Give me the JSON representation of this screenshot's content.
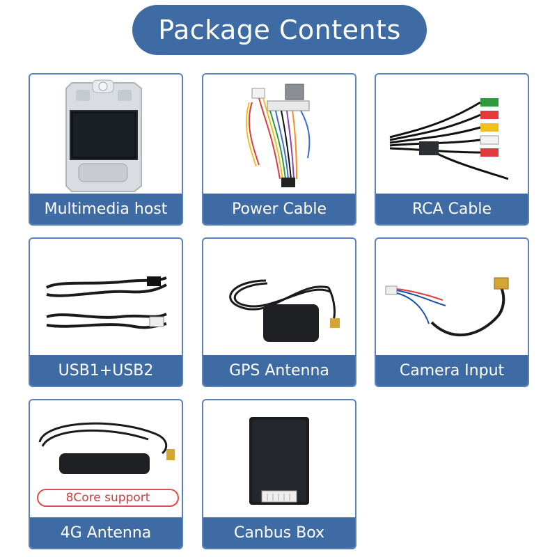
{
  "header": {
    "title": "Package Contents"
  },
  "items": [
    {
      "label": "Multimedia host"
    },
    {
      "label": "Power Cable"
    },
    {
      "label": "RCA Cable"
    },
    {
      "label": "USB1+USB2"
    },
    {
      "label": "GPS Antenna"
    },
    {
      "label": "Camera Input"
    },
    {
      "label": "4G Antenna",
      "badge": "8Core support"
    },
    {
      "label": "Canbus Box"
    }
  ],
  "colors": {
    "accent": "#3f6ba4",
    "border": "#5a82b8",
    "badge": "#e34a4a"
  }
}
